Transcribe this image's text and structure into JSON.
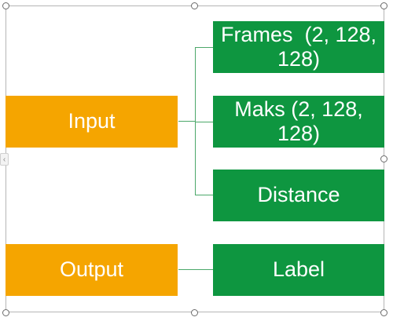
{
  "diagram": {
    "inputs": {
      "input_label": "Input",
      "output_label": "Output"
    },
    "targets": {
      "frames_label": "Frames  (2, 128, 128)",
      "maks_label": "Maks (2, 128, 128)",
      "distance_label": "Distance",
      "label_label": "Label"
    }
  },
  "colors": {
    "orange": "#f5a500",
    "green": "#0e9640",
    "connector": "#4ca86a"
  },
  "icons": {
    "side_tab": "chevron-left-icon"
  }
}
